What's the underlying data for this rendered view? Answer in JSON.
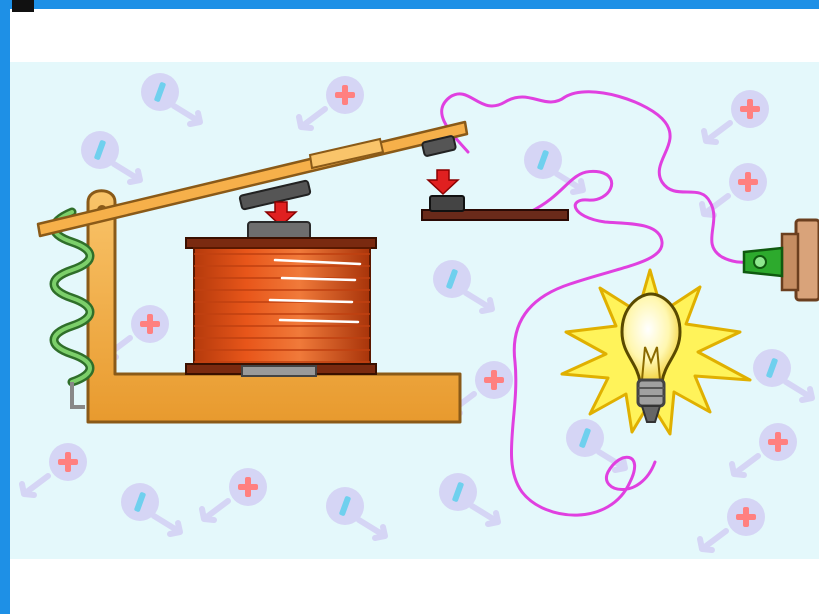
{
  "colors": {
    "frame": "#1e90e6",
    "panel_background": "#e4f8fb",
    "charge_symbol_bg": "#d5d5f5",
    "plus_sign": "#ff8080",
    "minus_sign": "#6fd0ee",
    "wire": "#e040e0",
    "coil": "#e8561a",
    "wood_frame": "#f6b04a",
    "spring": "#5fae4e",
    "arrow": "#e02020",
    "bulb_glow": "#fff35a",
    "indicator_lamp": "#2daa2d"
  },
  "icons": {
    "positive_charge": "plus-in-circle-with-tail",
    "negative_charge": "minus-in-circle-with-tail",
    "push_arrow": "red-down-arrow",
    "light_bulb": "glowing-bulb",
    "indicator_lamp": "green-lamp"
  }
}
